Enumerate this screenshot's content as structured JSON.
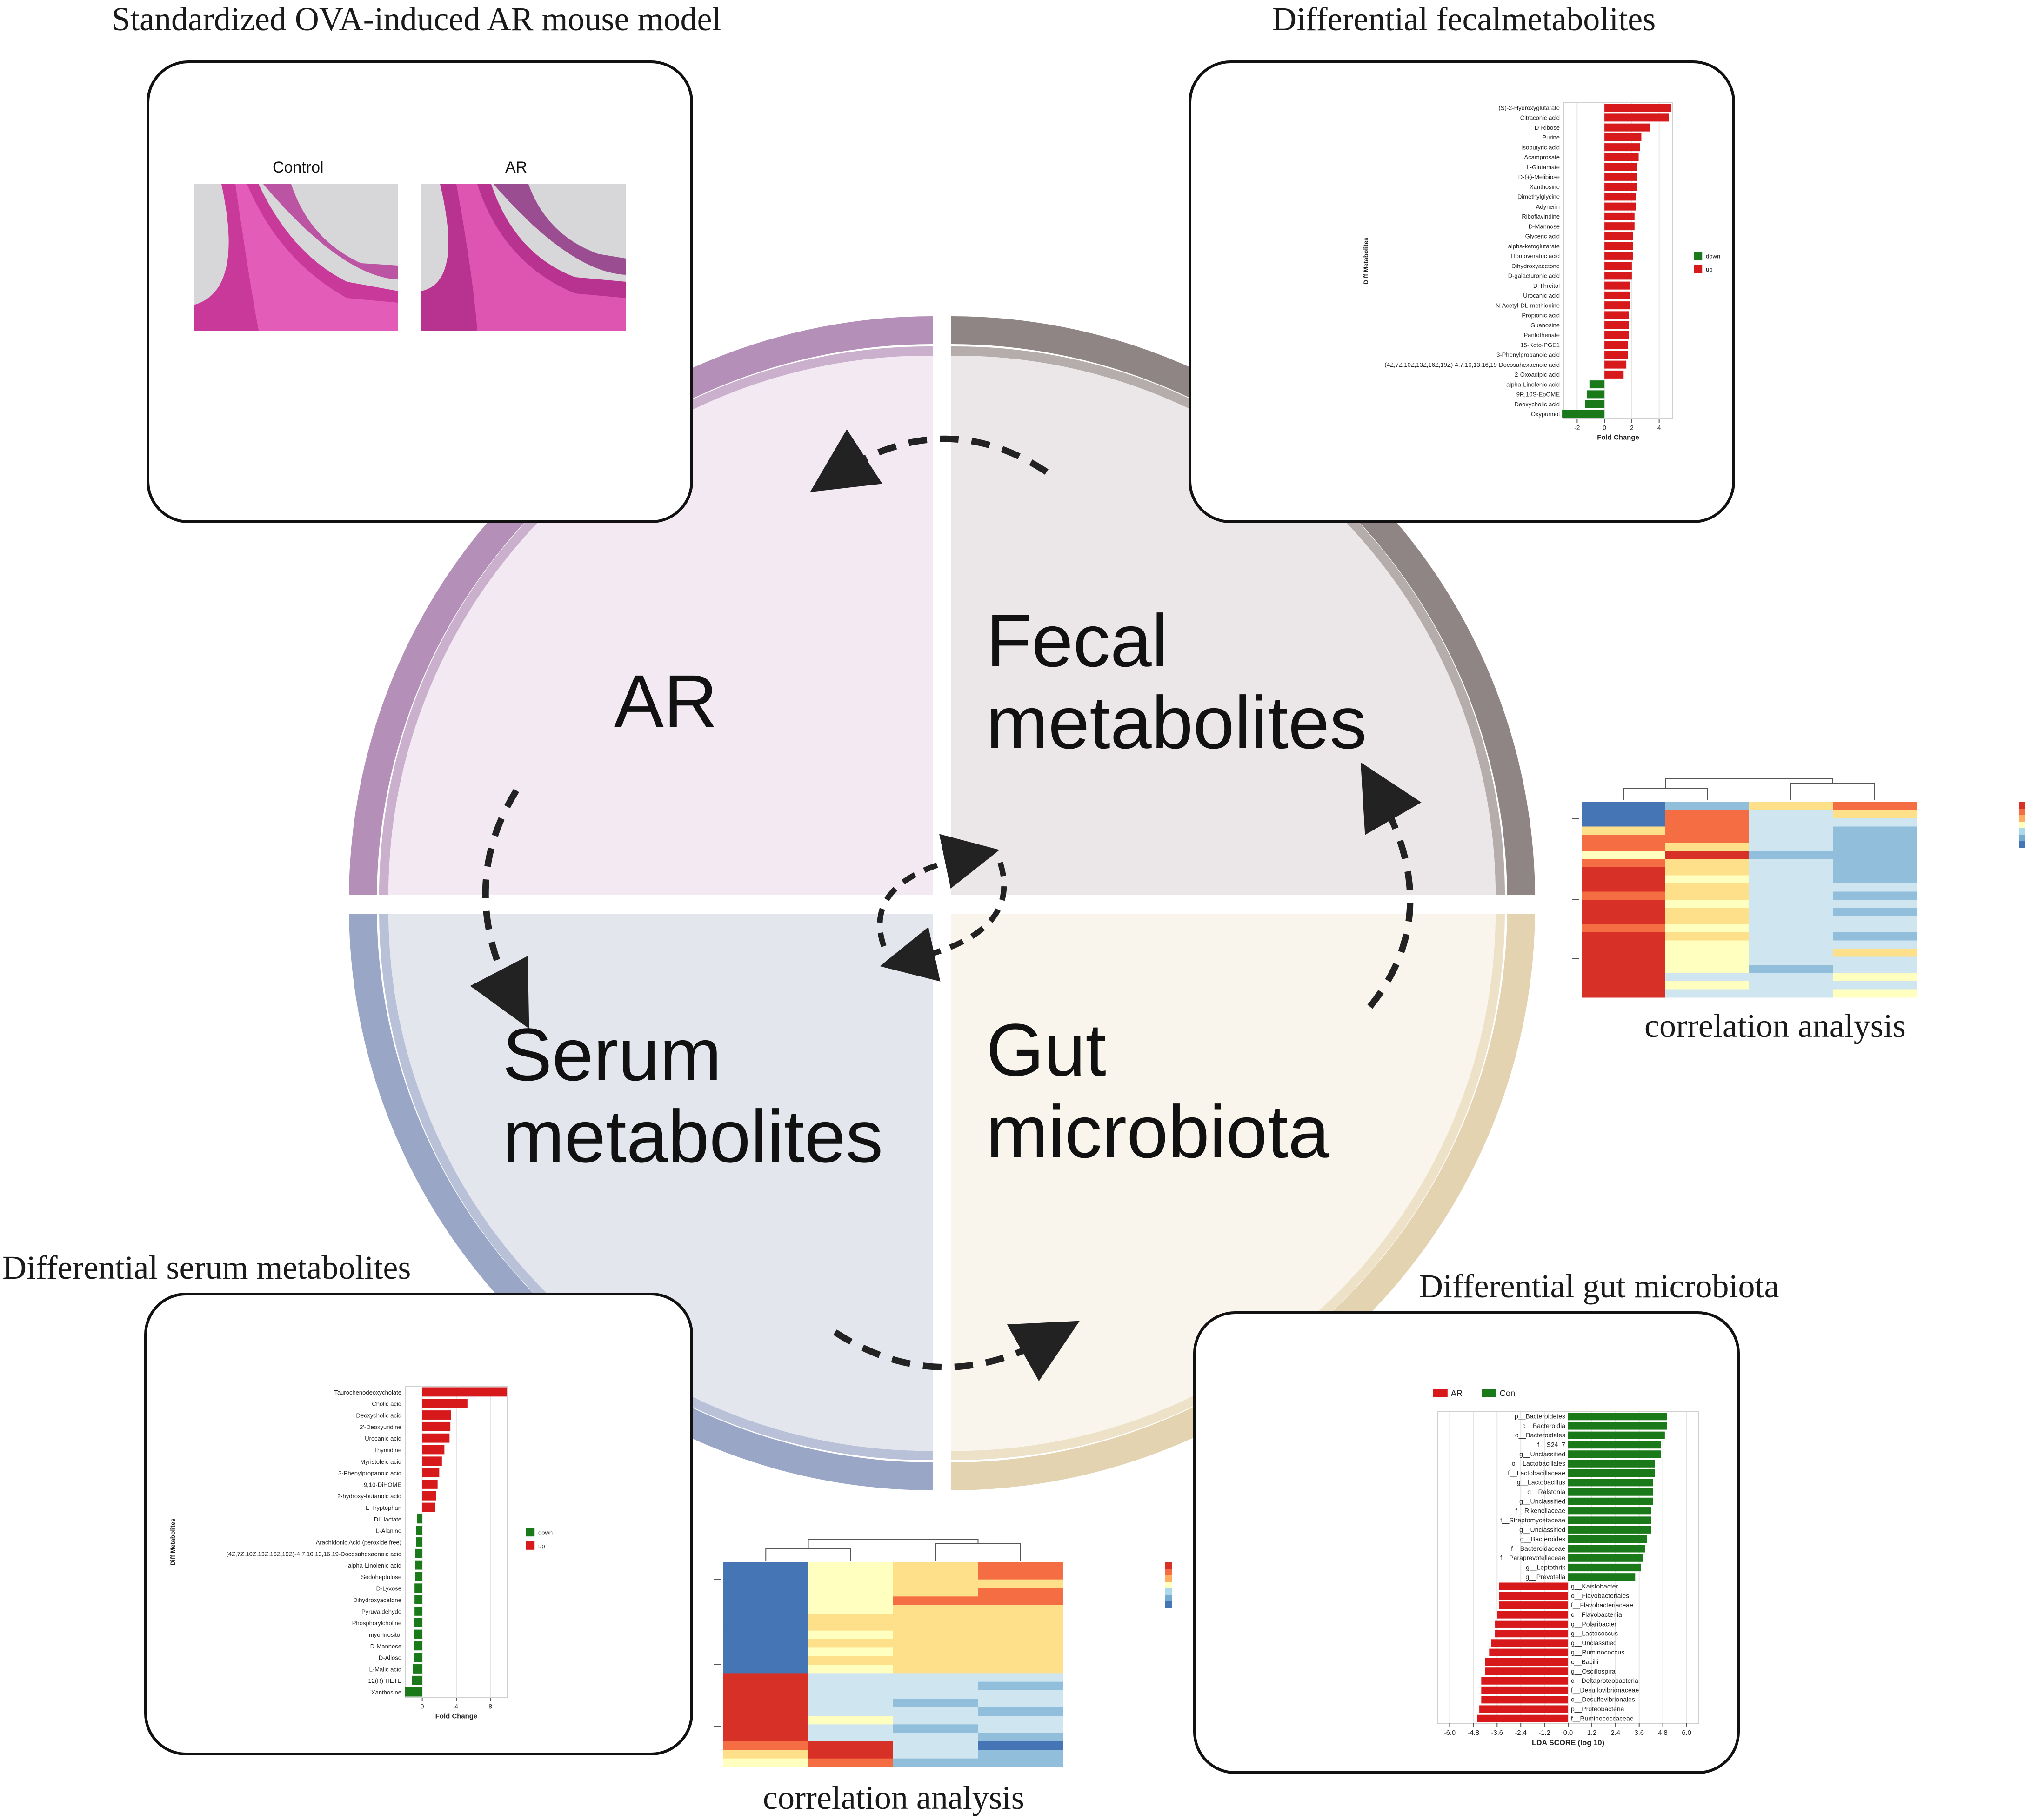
{
  "captions": {
    "top_left": "Standardized OVA-induced AR mouse model",
    "top_right": "Differential fecalmetabolites",
    "bottom_left": "Differential serum metabolites",
    "bottom_right": "Differential gut microbiota",
    "correlation_right": "correlation analysis",
    "correlation_bottom": "correlation analysis"
  },
  "quadrants": {
    "ar": "AR",
    "fecal_line1": "Fecal",
    "fecal_line2": "metabolites",
    "serum_line1": "Serum",
    "serum_line2": "metabolites",
    "gut_line1": "Gut",
    "gut_line2": "microbiota"
  },
  "histology": {
    "control_label": "Control",
    "ar_label": "AR"
  },
  "colors": {
    "ar": "#b48fb8",
    "fecal": "#8f8584",
    "serum": "#9aa6c6",
    "gut": "#e3d3b0",
    "up": "#d7191c",
    "down": "#1a7a1a"
  },
  "chart_data": [
    {
      "type": "bar",
      "panel": "fecal",
      "ylabel": "Diff Metabolites",
      "xlabel": "Fold Change",
      "xticks": [
        "-2",
        "0",
        "2",
        "4"
      ],
      "xlim": [
        -3,
        5
      ],
      "legend": [
        "down",
        "up"
      ],
      "categories": [
        "(S)-2-Hydroxyglutarate",
        "Citraconic acid",
        "D-Ribose",
        "Purine",
        "Isobutyric acid",
        "Acamprosate",
        "L-Glutamate",
        "D-(+)-Melibiose",
        "Xanthosine",
        "Dimethylglycine",
        "Adynerin",
        "Riboflavindine",
        "D-Mannose",
        "Glyceric acid",
        "alpha-ketoglutarate",
        "Homoveratric acid",
        "Dihydroxyacetone",
        "D-galacturonic acid",
        "D-Threitol",
        "Urocanic acid",
        "N-Acetyl-DL-methionine",
        "Propionic acid",
        "Guanosine",
        "Pantothenate",
        "15-Keto-PGE1",
        "3-Phenylpropanoic acid",
        "(4Z,7Z,10Z,13Z,16Z,19Z)-4,7,10,13,16,19-Docosahexaenoic acid",
        "2-Oxoadipic acid",
        "alpha-Linolenic acid",
        "9R,10S-EpOME",
        "Deoxycholic acid",
        "Oxypurinol"
      ],
      "values": [
        4.9,
        4.7,
        3.3,
        2.7,
        2.6,
        2.5,
        2.4,
        2.4,
        2.4,
        2.3,
        2.3,
        2.2,
        2.2,
        2.1,
        2.1,
        2.1,
        2.0,
        2.0,
        1.9,
        1.9,
        1.9,
        1.8,
        1.8,
        1.8,
        1.7,
        1.7,
        1.6,
        1.4,
        -1.1,
        -1.3,
        -1.4,
        -3.1
      ]
    },
    {
      "type": "bar",
      "panel": "serum",
      "ylabel": "Diff Metabolites",
      "xlabel": "Fold Change",
      "xticks": [
        "0",
        "4",
        "8"
      ],
      "xlim": [
        -2,
        10
      ],
      "legend": [
        "down",
        "up"
      ],
      "categories": [
        "Taurochenodeoxycholate",
        "Cholic acid",
        "Deoxycholic acid",
        "2'-Deoxyuridine",
        "Urocanic acid",
        "Thymidine",
        "Myristoleic acid",
        "3-Phenylpropanoic acid",
        "9,10-DiHOME",
        "2-hydroxy-butanoic acid",
        "L-Tryptophan",
        "DL-lactate",
        "L-Alanine",
        "Arachidonic Acid (peroxide free)",
        "(4Z,7Z,10Z,13Z,16Z,19Z)-4,7,10,13,16,19-Docosahexaenoic acid",
        "alpha-Linolenic acid",
        "Sedoheptulose",
        "D-Lyxose",
        "Dihydroxyacetone",
        "Pyruvaldehyde",
        "Phosphorylcholine",
        "myo-Inositol",
        "D-Mannose",
        "D-Allose",
        "L-Malic acid",
        "12(R)-HETE",
        "Xanthosine"
      ],
      "values": [
        9.9,
        5.3,
        3.4,
        3.3,
        3.2,
        2.6,
        2.3,
        2.0,
        1.8,
        1.6,
        1.5,
        -0.6,
        -0.7,
        -0.7,
        -0.8,
        -0.8,
        -0.8,
        -0.9,
        -0.9,
        -0.9,
        -1.0,
        -1.0,
        -1.0,
        -1.0,
        -1.1,
        -1.2,
        -2.0
      ]
    },
    {
      "type": "bar",
      "panel": "gut",
      "xlabel": "LDA SCORE (log 10)",
      "xticks": [
        "-6.0",
        "-4.8",
        "-3.6",
        "-2.4",
        "-1.2",
        "0.0",
        "1.2",
        "2.4",
        "3.6",
        "4.8",
        "6.0"
      ],
      "xlim": [
        -6.6,
        6.6
      ],
      "legend": [
        "AR",
        "Con"
      ],
      "categories": [
        "p__Bacteroidetes",
        "c__Bacteroidia",
        "o__Bacteroidales",
        "f__S24_7",
        "g__Unclassified",
        "o__Lactobacillales",
        "f__Lactobacillaceae",
        "g__Lactobacillus",
        "g__Ralstonia",
        "g__Unclassified",
        "f__Rikenellaceae",
        "f__Streptomycetaceae",
        "g__Unclassified",
        "g__Bacteroides",
        "f__Bacteroidaceae",
        "f__Paraprevotellaceae",
        "g__Leptothrix",
        "g__Prevotella",
        "g__Kaistobacter",
        "o__Flavobacteriales",
        "f__Flavobacteriaceae",
        "c__Flavobacteriia",
        "g__Polaribacter",
        "g__Lactococcus",
        "g__Unclassified",
        "g__Ruminococcus",
        "c__Bacilli",
        "g__Oscillospira",
        "c__Deltaproteobacteria",
        "f__Desulfovibrionaceae",
        "o__Desulfovibrionales",
        "p__Proteobacteria",
        "f__Ruminococcaceae"
      ],
      "values": [
        5.0,
        5.0,
        4.9,
        4.7,
        4.7,
        4.4,
        4.4,
        4.3,
        4.3,
        4.3,
        4.2,
        4.2,
        4.2,
        4.0,
        3.9,
        3.8,
        3.7,
        3.4,
        -3.5,
        -3.5,
        -3.5,
        -3.6,
        -3.7,
        -3.7,
        -3.9,
        -4.0,
        -4.2,
        -4.2,
        -4.4,
        -4.4,
        -4.4,
        -4.5,
        -4.6
      ]
    }
  ]
}
